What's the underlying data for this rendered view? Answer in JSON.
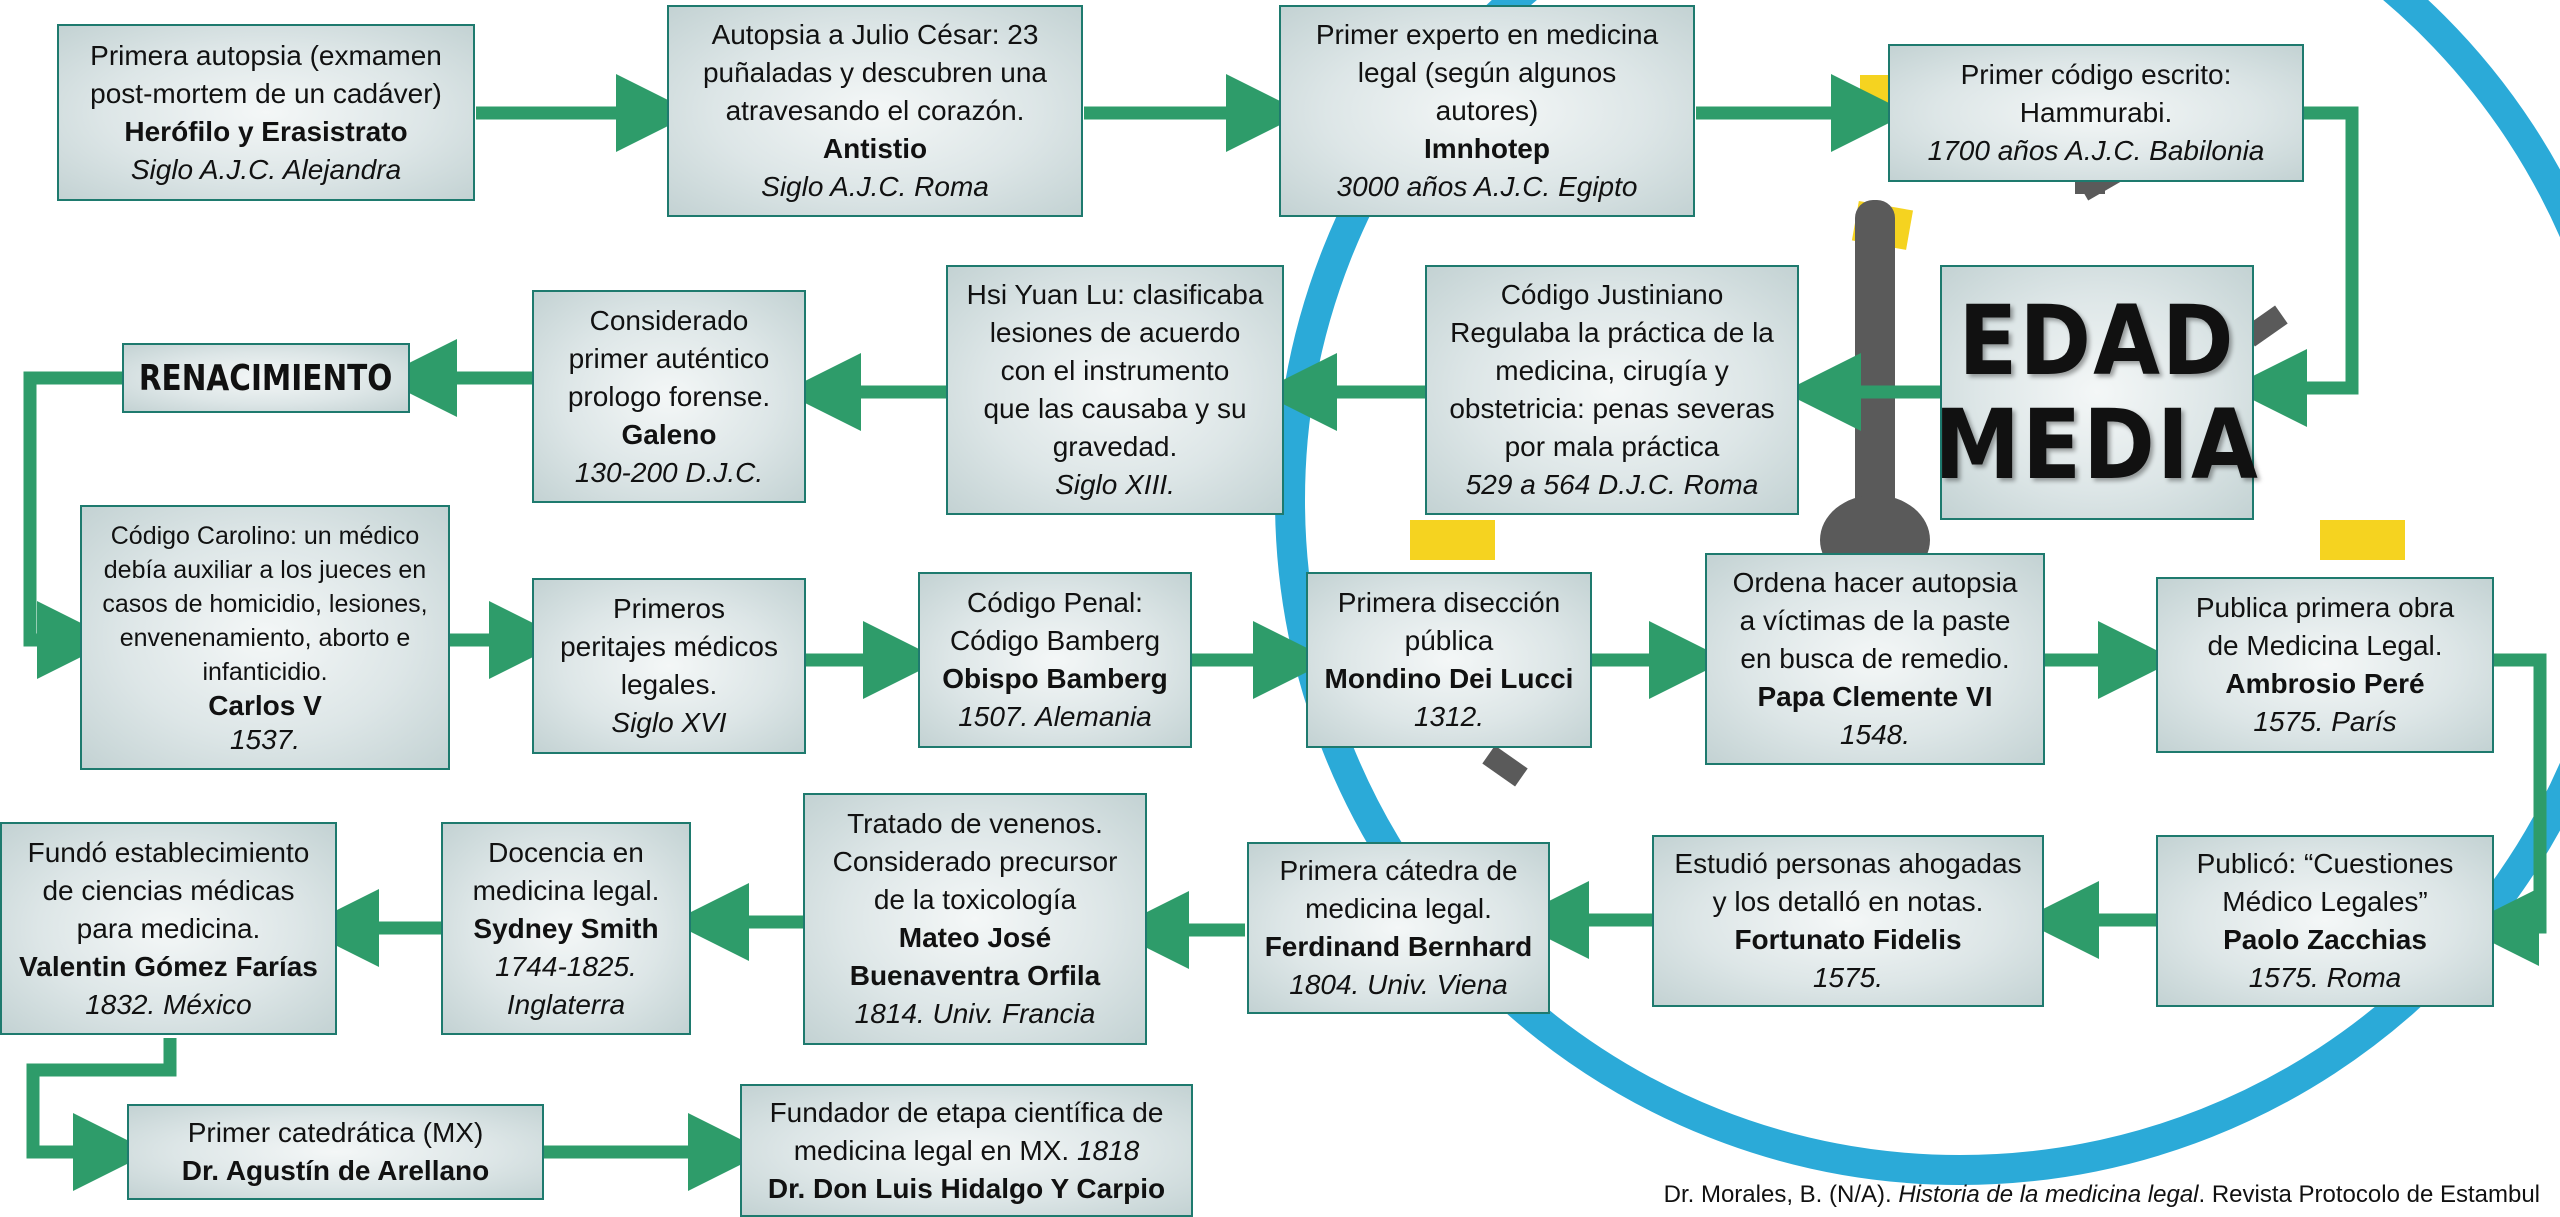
{
  "title": {
    "line1": "EDAD",
    "line2": "MEDIA"
  },
  "renacimiento": "RENACIMIENTO",
  "colors": {
    "arrow": "#2e9c6a",
    "border": "#1e7a6e",
    "circle": "#2baad8",
    "clock_hand": "#5a5a5a",
    "marker": "#f5d320"
  },
  "boxes": {
    "herofilo": {
      "text": [
        "Primera autopsia (exmamen",
        "post-mortem de un cadáver)"
      ],
      "name": "Herófilo y Erasistrato",
      "date": "Siglo A.J.C. Alejandra"
    },
    "antistio": {
      "text": [
        "Autopsia a Julio César: 23",
        "puñaladas y descubren una",
        "atravesando el corazón."
      ],
      "name": "Antistio",
      "date": "Siglo A.J.C. Roma"
    },
    "imnhotep": {
      "text": [
        "Primer experto en medicina",
        "legal (según algunos",
        "autores)"
      ],
      "name": "Imnhotep",
      "date": "3000 años A.J.C. Egipto"
    },
    "hammurabi": {
      "text": [
        "Primer código escrito:",
        "Hammurabi."
      ],
      "date": "1700 años A.J.C. Babilonia"
    },
    "justiniano": {
      "text": [
        "Código Justiniano",
        "Regulaba la práctica de la",
        "medicina, cirugía y",
        "obstetricia: penas severas",
        "por mala práctica"
      ],
      "date": "529 a 564 D.J.C. Roma"
    },
    "hsiyuanlu": {
      "text": [
        "Hsi Yuan Lu: clasificaba",
        "lesiones de acuerdo",
        "con el instrumento",
        "que las causaba y su",
        "gravedad."
      ],
      "date": "Siglo XIII."
    },
    "galeno": {
      "text": [
        "Considerado",
        "primer auténtico",
        "prologo forense."
      ],
      "name": "Galeno",
      "date": "130-200 D.J.C."
    },
    "carlos": {
      "text": [
        "Código Carolino: un médico",
        "debía auxiliar a los jueces en",
        "casos de homicidio, lesiones,",
        "envenenamiento, aborto e",
        "infanticidio."
      ],
      "name": "Carlos V",
      "date": "1537."
    },
    "peritajes": {
      "text": [
        "Primeros",
        "peritajes médicos",
        "legales."
      ],
      "date": "Siglo XVI"
    },
    "bamberg": {
      "text": [
        "Código Penal:",
        "Código Bamberg"
      ],
      "name": "Obispo Bamberg",
      "date": "1507. Alemania"
    },
    "mondino": {
      "text": [
        "Primera disección",
        "pública"
      ],
      "name": "Mondino Dei Lucci",
      "date": "1312."
    },
    "clemente": {
      "text": [
        "Ordena hacer autopsia",
        "a víctimas de la paste",
        "en busca de remedio."
      ],
      "name": "Papa Clemente VI",
      "date": "1548."
    },
    "pare": {
      "text": [
        "Publica primera obra",
        "de Medicina Legal."
      ],
      "name": "Ambrosio Peré",
      "date": "1575. París"
    },
    "zacchias": {
      "text": [
        "Publicó: “Cuestiones",
        "Médico Legales”"
      ],
      "name": "Paolo Zacchias",
      "date": "1575. Roma"
    },
    "fidelis": {
      "text": [
        "Estudió personas ahogadas",
        "y los detalló en notas."
      ],
      "name": "Fortunato Fidelis",
      "date": "1575."
    },
    "bernhard": {
      "text": [
        "Primera cátedra de",
        "medicina legal."
      ],
      "name": "Ferdinand Bernhard",
      "date": "1804. Univ. Viena"
    },
    "orfila": {
      "text": [
        "Tratado de venenos.",
        "Considerado precursor",
        "de la toxicología"
      ],
      "name": [
        "Mateo José",
        "Buenaventra Orfila"
      ],
      "date": "1814. Univ. Francia"
    },
    "smith": {
      "text": [
        "Docencia en",
        "medicina legal."
      ],
      "name": "Sydney Smith",
      "date": [
        "1744-1825.",
        "Inglaterra"
      ]
    },
    "farias": {
      "text": [
        "Fundó establecimiento",
        "de ciencias médicas",
        "para medicina."
      ],
      "name": "Valentin Gómez Farías",
      "date": "1832. México"
    },
    "arellano": {
      "text": [
        "Primer catedrática (MX)"
      ],
      "name": "Dr. Agustín de Arellano"
    },
    "hidalgo": {
      "text": [
        "Fundador de etapa científica de"
      ],
      "text2": "medicina legal en MX.",
      "year": "1818",
      "name": "Dr. Don Luis Hidalgo Y Carpio"
    }
  },
  "credit": {
    "prefix": "Dr. Morales, B. (N/A).",
    "title": "Historia de la medicina legal",
    "suffix": ". Revista Protocolo de Estambul"
  }
}
